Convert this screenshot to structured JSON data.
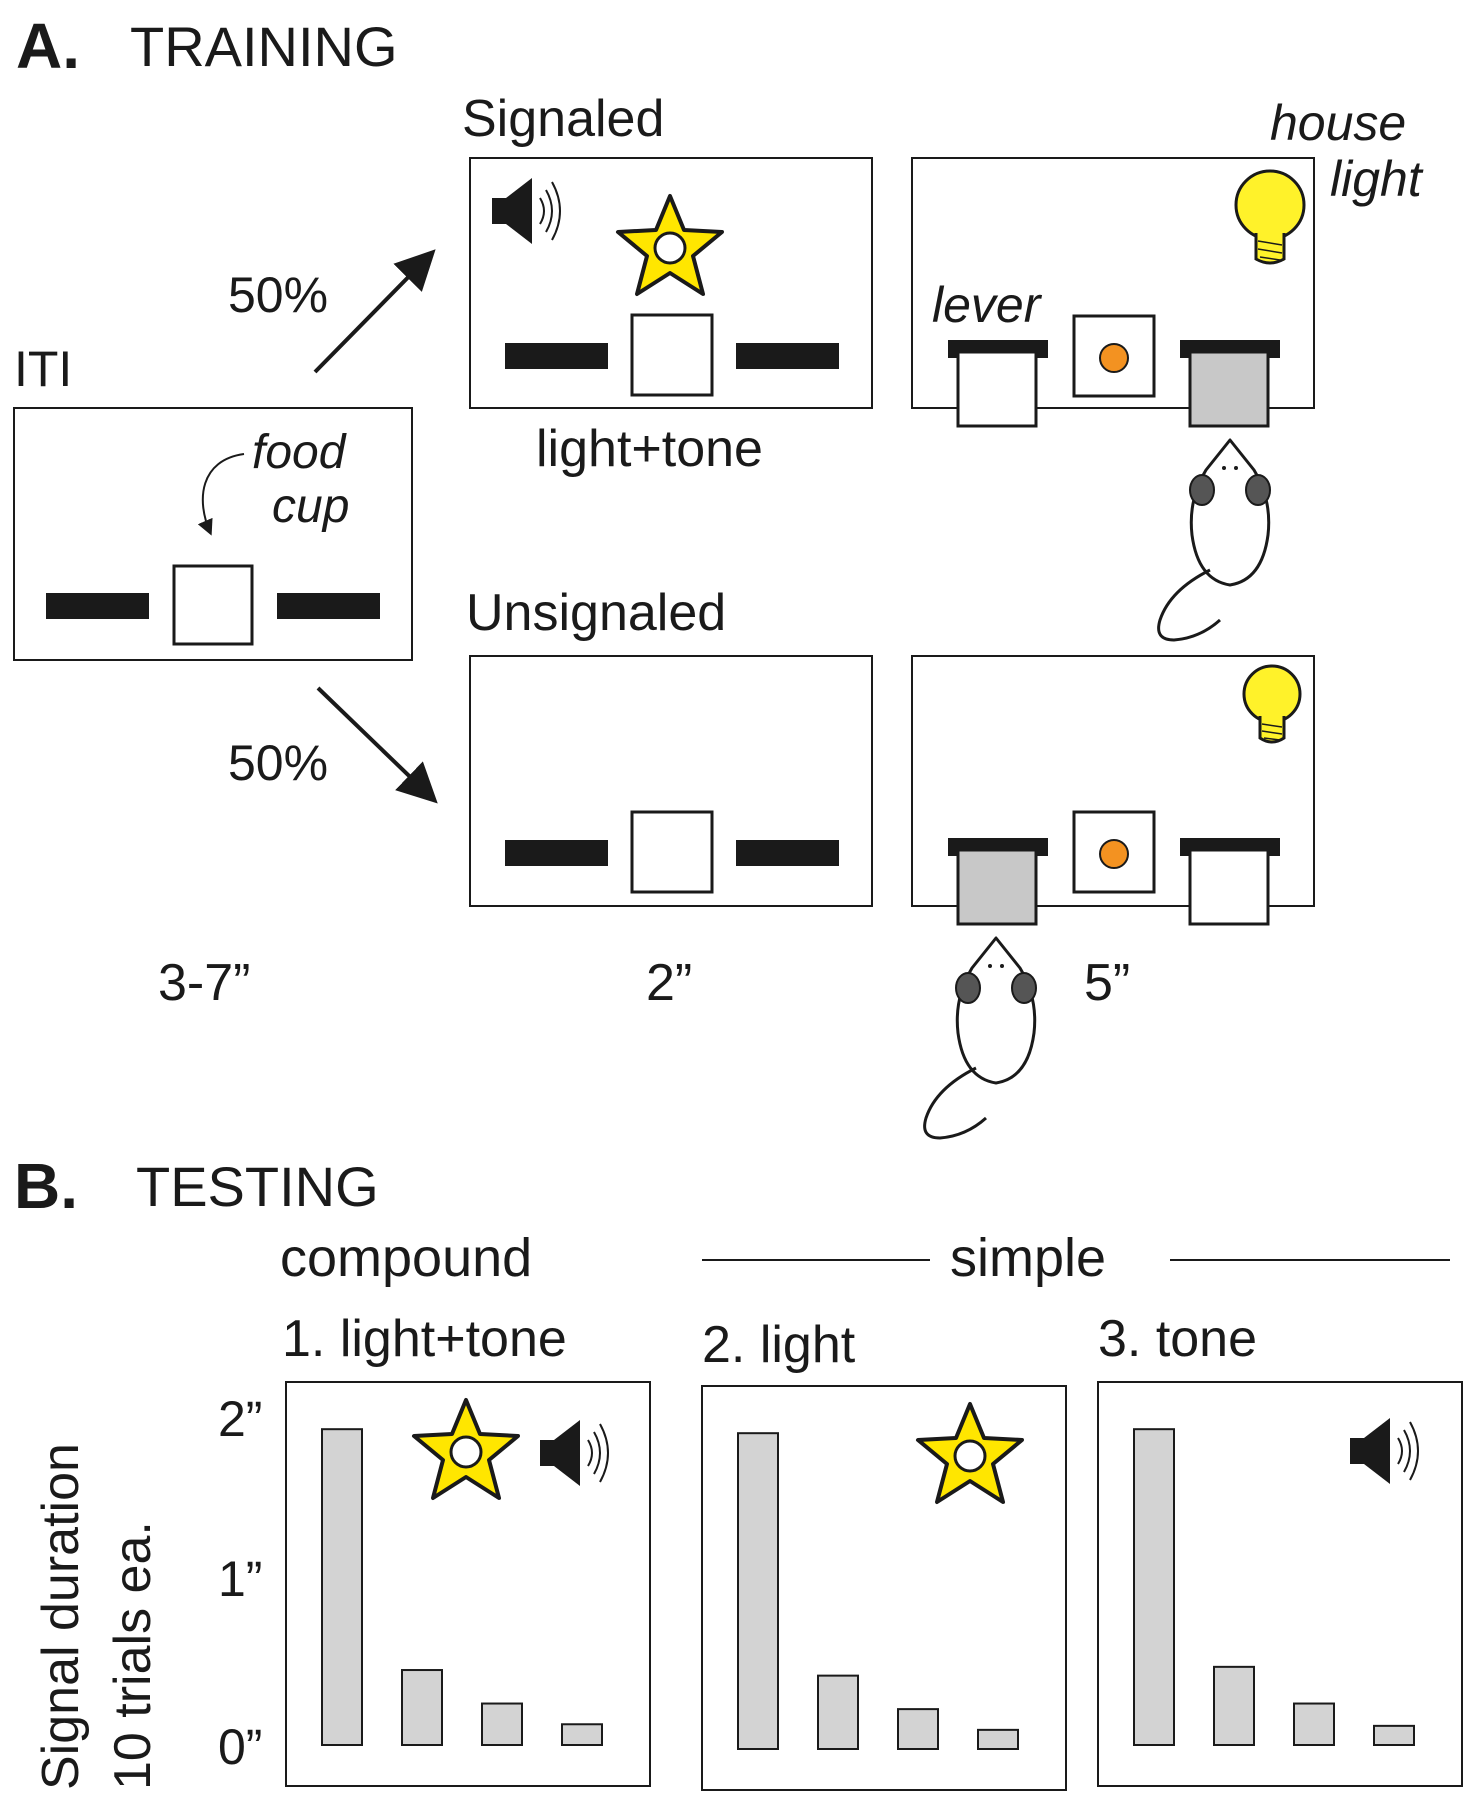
{
  "colors": {
    "star": "#ffe600",
    "bulb": "#fff22a",
    "pellet": "#f39221",
    "pressed_lever": "#c8c8c8",
    "bar_fill": "#d3d3d3",
    "ink": "#1a1a1a"
  },
  "sectionA": {
    "label": "A.",
    "title": "TRAINING",
    "iti_label": "ITI",
    "food_cup_label_line1": "food",
    "food_cup_label_line2": "cup",
    "pct_top": "50%",
    "pct_bottom": "50%",
    "signaled_label": "Signaled",
    "unsignaled_label": "Unsignaled",
    "light_tone_caption": "light+tone",
    "lever_label": "lever",
    "house_light_line1": "house",
    "house_light_line2": "light",
    "dur_iti": "3-7”",
    "dur_signal": "2”",
    "dur_response": "5”",
    "icons": [
      "speaker-icon",
      "star-light-icon",
      "bulb-icon",
      "pellet-icon",
      "rat-icon"
    ]
  },
  "sectionB": {
    "label": "B.",
    "title": "TESTING",
    "compound_label": "compound",
    "simple_label": "simple",
    "y_title_line1": "Signal duration",
    "y_title_line2": "10 trials ea.",
    "y_ticks": [
      "2”",
      "1”",
      "0”"
    ]
  },
  "chart_data": [
    {
      "type": "bar",
      "title": "1. light+tone",
      "ylim": [
        0,
        2
      ],
      "values": [
        1.98,
        0.47,
        0.26,
        0.13
      ],
      "icons": [
        "star-light-icon",
        "speaker-icon"
      ]
    },
    {
      "type": "bar",
      "title": "2. light",
      "ylim": [
        0,
        2
      ],
      "values": [
        1.98,
        0.46,
        0.25,
        0.12
      ],
      "icons": [
        "star-light-icon"
      ]
    },
    {
      "type": "bar",
      "title": "3. tone",
      "ylim": [
        0,
        2
      ],
      "values": [
        1.98,
        0.49,
        0.26,
        0.12
      ],
      "icons": [
        "speaker-icon"
      ]
    }
  ]
}
